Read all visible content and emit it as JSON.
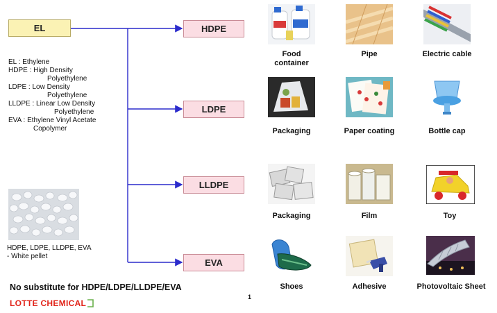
{
  "source": {
    "label": "EL"
  },
  "products": [
    {
      "id": "hdpe",
      "label": "HDPE"
    },
    {
      "id": "ldpe",
      "label": "LDPE"
    },
    {
      "id": "lldpe",
      "label": "LLDPE"
    },
    {
      "id": "eva",
      "label": "EVA"
    }
  ],
  "legend": [
    {
      "abbr": "EL",
      "sep": " : ",
      "lines": [
        "Ethylene"
      ]
    },
    {
      "abbr": "HDPE",
      "sep": " : ",
      "lines": [
        "High Density",
        "Polyethylene"
      ]
    },
    {
      "abbr": "LDPE",
      "sep": " : ",
      "lines": [
        "Low Density",
        "Polyethylene"
      ]
    },
    {
      "abbr": "LLDPE",
      "sep": " : ",
      "lines": [
        "Linear Low Density",
        "Polyethylene"
      ]
    },
    {
      "abbr": "EVA",
      "sep": " : ",
      "lines": [
        "Ethylene  Vinyl Acetate",
        "Copolymer"
      ]
    }
  ],
  "pellet": {
    "caption_line1": "HDPE, LDPE, LLDPE, EVA",
    "caption_line2": "- White pellet"
  },
  "applications": {
    "hdpe": [
      {
        "label": "Food\ncontainer",
        "icon": "food-container-icon"
      },
      {
        "label": "Pipe",
        "icon": "pipe-icon"
      },
      {
        "label": "Electric cable",
        "icon": "electric-cable-icon"
      }
    ],
    "ldpe": [
      {
        "label": "Packaging",
        "icon": "packaging-icon"
      },
      {
        "label": "Paper coating",
        "icon": "paper-coating-icon"
      },
      {
        "label": "Bottle cap",
        "icon": "bottle-cap-icon"
      }
    ],
    "lldpe": [
      {
        "label": "Packaging",
        "icon": "packaging-icon"
      },
      {
        "label": "Film",
        "icon": "film-icon"
      },
      {
        "label": "Toy",
        "icon": "toy-icon"
      }
    ],
    "eva": [
      {
        "label": "Shoes",
        "icon": "shoes-icon"
      },
      {
        "label": "Adhesive",
        "icon": "adhesive-icon"
      },
      {
        "label": "Photovoltaic Sheet",
        "icon": "photovoltaic-sheet-icon"
      }
    ]
  },
  "footer": {
    "note": "No substitute for HDPE/LDPE/LLDPE/EVA",
    "page_number": "1",
    "brand": "LOTTE CHEMICAL"
  },
  "colors": {
    "connector": "#2b2bcc",
    "source_fill": "#fbf2b4",
    "product_fill": "#fbdde3",
    "brand": "#e1241a"
  }
}
